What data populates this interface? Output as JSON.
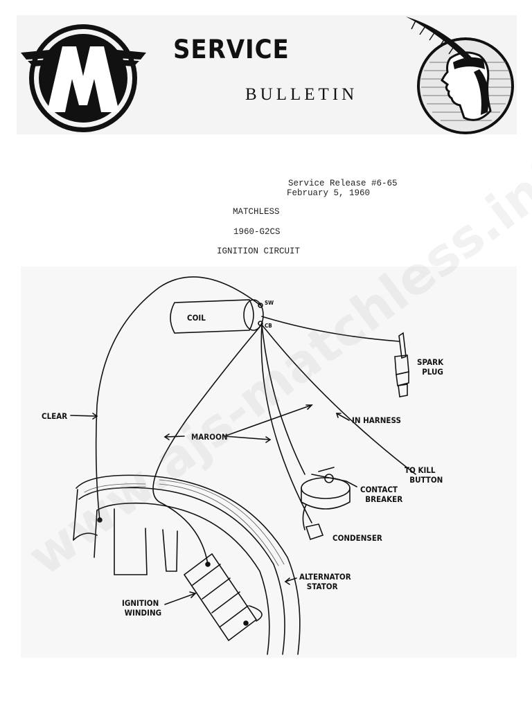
{
  "header": {
    "title": "SERVICE",
    "subtitle": "BULLETIN",
    "left_logo_letter": "M",
    "left_logo_icon": "winged-m-icon",
    "right_logo_icon": "indian-chief-head-icon"
  },
  "release": {
    "number": "Service Release #6-65",
    "date": "February 5, 1960"
  },
  "subject": {
    "make": "MATCHLESS",
    "model": "1960-G2CS",
    "circuit": "IGNITION CIRCUIT"
  },
  "diagram": {
    "labels": {
      "coil": "COIL",
      "sw": "SW",
      "cb": "CB",
      "spark_plug": "SPARK\n  PLUG",
      "clear": "CLEAR",
      "maroon": "MAROON",
      "in_harness": "IN HARNESS",
      "to_kill_button": "TO KILL\n  BUTTON",
      "contact_breaker": "CONTACT\n  BREAKER",
      "condenser": "CONDENSER",
      "alternator_stator": "ALTERNATOR\n   STATOR",
      "ignition_winding": "IGNITION\n WINDING"
    }
  },
  "watermark": "www.ajs-matchless.info",
  "colors": {
    "ink": "#111111",
    "paper": "#ffffff",
    "header_band": "#f4f4f4"
  }
}
